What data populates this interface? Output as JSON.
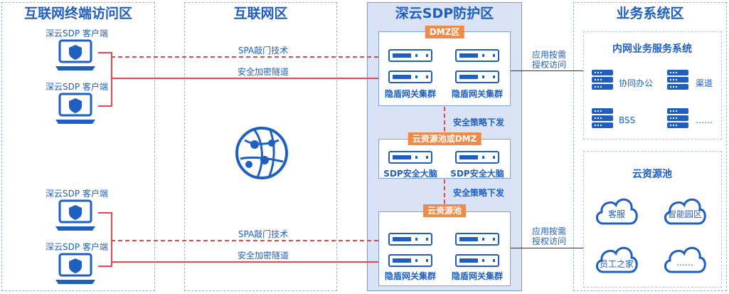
{
  "zones": {
    "terminal": "互联网终端访问区",
    "internet": "互联网区",
    "sdp": "深云SDP防护区",
    "business": "业务系统区"
  },
  "clients": [
    "深云SDP 客户端",
    "深云SDP 客户端",
    "深云SDP 客户端",
    "深云SDP 客户端"
  ],
  "links": {
    "spa_top": "SPA敲门技术",
    "tunnel_top": "安全加密隧道",
    "spa_bottom": "SPA敲门技术",
    "tunnel_bottom": "安全加密隧道"
  },
  "dmz": {
    "tag": "DMZ区",
    "gw_left": "隐盾网关集群",
    "gw_right": "隐盾网关集群"
  },
  "policy": {
    "top": "安全策略下发",
    "bottom": "安全策略下发"
  },
  "middle": {
    "tag": "云资源池或DMZ",
    "brain_left": "SDP安全大脑",
    "brain_right": "SDP安全大脑"
  },
  "bottom_pool": {
    "tag": "云资源池",
    "gw_left": "隐盾网关集群",
    "gw_right": "隐盾网关集群"
  },
  "access": {
    "top_line1": "应用按需",
    "top_line2": "授权访问",
    "bottom_line1": "应用按需",
    "bottom_line2": "授权访问"
  },
  "intranet": {
    "title": "内网业务服务系统",
    "items": [
      "协同办公",
      "渠道",
      "BSS",
      "……"
    ]
  },
  "cloud_pool": {
    "title": "云资源池",
    "items": [
      "客服",
      "智能园区",
      "员工之家",
      "……"
    ]
  },
  "colors": {
    "accent": "#1f5fbf",
    "link_red": "#e8474b",
    "tag_orange": "#f08a48",
    "sdp_zone_bg": "#d9e3f5"
  }
}
